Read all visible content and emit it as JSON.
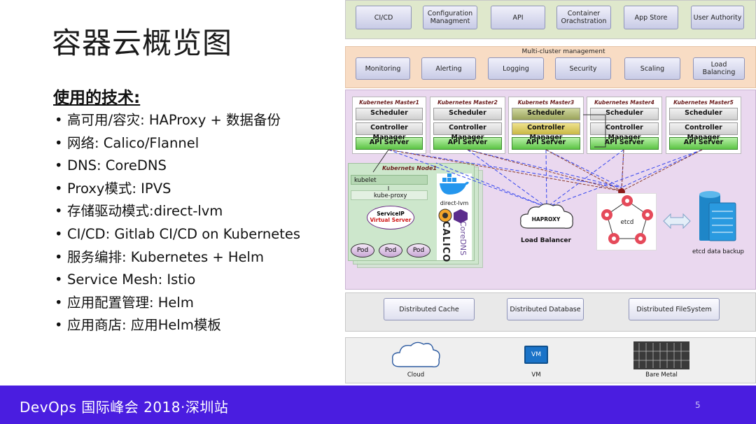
{
  "slide": {
    "title": "容器云概览图",
    "subtitle": "使用的技术:",
    "bullets": [
      "高可用/容灾: HAProxy + 数据备份",
      "网络: Calico/Flannel",
      "DNS: CoreDNS",
      "Proxy模式: IPVS",
      "存储驱动模式:direct-lvm",
      "CI/CD: Gitlab CI/CD on Kubernetes",
      "服务编排: Kubernetes + Helm",
      "Service Mesh: Istio",
      "应用配置管理: Helm",
      "应用商店: 应用Helm模板"
    ],
    "footer": "DevOps 国际峰会 2018·深圳站",
    "page_number": "5"
  },
  "diagram": {
    "top_services": [
      "CI/CD",
      "Configuration Managment",
      "API",
      "Container Orachstration",
      "App Store",
      "User Authority"
    ],
    "multi_cluster_label": "Multi-cluster management",
    "multi_cluster_items": [
      "Monitoring",
      "Alerting",
      "Logging",
      "Security",
      "Scaling",
      "Load Balancing"
    ],
    "masters": [
      {
        "title": "Kubernetes Master1",
        "scheduler": "Scheduler",
        "controller": "Controller Manager",
        "api": "API Server"
      },
      {
        "title": "Kubernetes Master2",
        "scheduler": "Scheduler",
        "controller": "Controller Manager",
        "api": "API Server"
      },
      {
        "title": "Kubernets Master3",
        "scheduler": "Scheduler",
        "controller": "Controller Manager",
        "api": "API Server"
      },
      {
        "title": "Kubernetes Master4",
        "scheduler": "Scheduler",
        "controller": "Controller Manager",
        "api": "API Server"
      },
      {
        "title": "Kubernetes Master5",
        "scheduler": "Scheduler",
        "controller": "Controller Manager",
        "api": "API Server"
      }
    ],
    "node": {
      "title": "Kubernets Node1",
      "kubelet": "kubelet",
      "kube_proxy": "kube-proxy",
      "service_ip": "ServiceIP",
      "virtual_server": "Virtual Server",
      "pods": [
        "Pod",
        "Pod",
        "Pod"
      ],
      "direct_lvm": "direct-lvm",
      "calico": "CALICO",
      "coredns": "CoreDNS"
    },
    "haproxy_logo": "HAPROXY",
    "load_balancer": "Load Balancer",
    "etcd": "etcd",
    "etcd_backup": "etcd data backup",
    "distributed": [
      "Distributed Cache",
      "Distributed Database",
      "Distributed FileSystem"
    ],
    "infra": {
      "cloud": "Cloud",
      "vm_badge": "VM",
      "vm": "VM",
      "bare_metal": "Bare Metal"
    }
  }
}
